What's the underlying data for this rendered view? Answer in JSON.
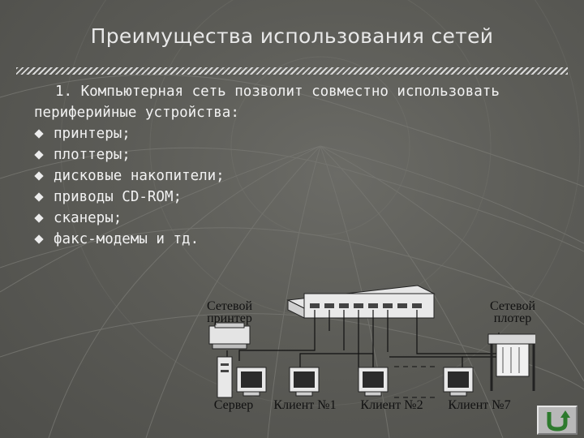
{
  "slide": {
    "title": "Преимущества использования сетей",
    "intro": "1. Компьютерная сеть позволит совместно использовать периферийные устройства:",
    "items": [
      "принтеры;",
      "плоттеры;",
      "дисковые накопители;",
      "приводы CD-ROM;",
      "сканеры;",
      "факс-модемы и тд."
    ]
  },
  "diagram": {
    "printer_label": [
      "Сетевой",
      "принтер"
    ],
    "plotter_label": [
      "Сетевой",
      "плотер"
    ],
    "server_label": "Сервер",
    "client1_label": "Клиент №1",
    "client2_label": "Клиент №2",
    "client7_label": "Клиент №7"
  },
  "nav": {
    "home_icon": "return-arrow-icon"
  }
}
